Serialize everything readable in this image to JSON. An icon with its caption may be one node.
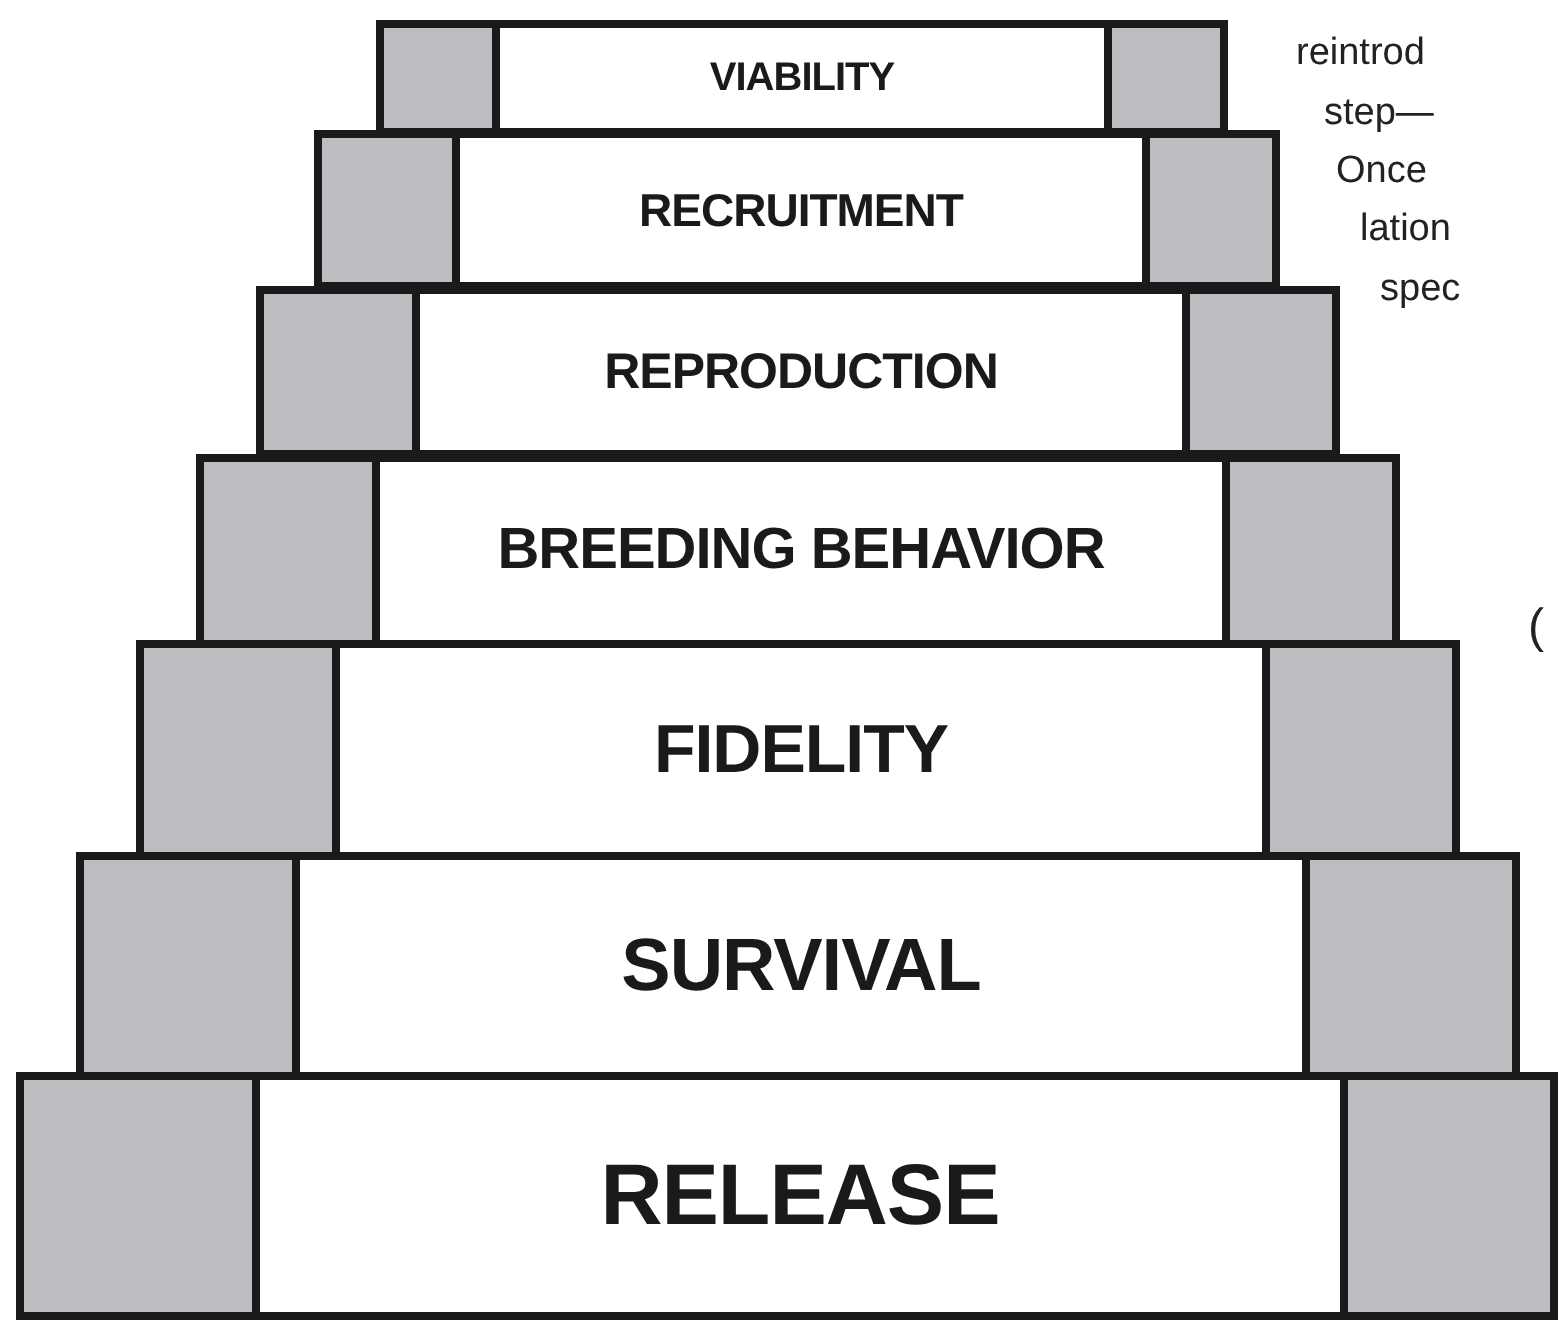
{
  "diagram": {
    "nodes": [
      {
        "text": [],
        "shape": "box"
      },
      {
        "text": [
          "VIABILITY"
        ]
      },
      {
        "text": [],
        "shape": "box"
      },
      {
        "text": [],
        "shape": "box"
      },
      {
        "text": [
          "RECRUITMENT"
        ]
      },
      {
        "text": [],
        "shape": "box"
      },
      {
        "text": [],
        "shape": "box"
      },
      {
        "text": [
          "REPRODUCTION"
        ]
      },
      {
        "text": [],
        "shape": "box"
      },
      {
        "text": [],
        "shape": "box"
      },
      {
        "text": [
          "BREEDING BEHAVIOR"
        ]
      },
      {
        "text": [],
        "shape": "box"
      },
      {
        "text": [],
        "shape": "box"
      },
      {
        "text": [
          "FIDELITY"
        ]
      },
      {
        "text": [],
        "shape": "box"
      },
      {
        "text": [],
        "shape": "box"
      },
      {
        "text": [
          "SURVIVAL"
        ]
      },
      {
        "text": [],
        "shape": "box"
      },
      {
        "text": [],
        "shape": "box"
      },
      {
        "text": [
          "RELEASE"
        ]
      },
      {
        "text": [],
        "shape": "box"
      }
    ],
    "labels": [
      "reintrod",
      "step—",
      "Once",
      "lation",
      "spec",
      "("
    ]
  }
}
